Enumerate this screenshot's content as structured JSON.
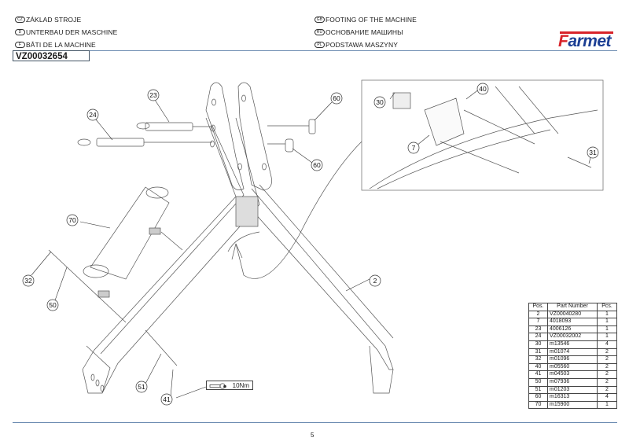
{
  "header": {
    "titles_left": [
      {
        "lang_code": "CZ",
        "text": "ZÁKLAD STROJE"
      },
      {
        "lang_code": "D",
        "text": "UNTERBAU DER MASCHINE"
      },
      {
        "lang_code": "F",
        "text": "BÂTI DE LA MACHINE"
      }
    ],
    "titles_right": [
      {
        "lang_code": "GB",
        "text": "FOOTING OF THE MACHINE"
      },
      {
        "lang_code": "RU",
        "text": "ОСНОВАНИЕ МАШИНЫ"
      },
      {
        "lang_code": "PL",
        "text": "PODSTAWA MASZYNY"
      }
    ],
    "document_number": "VZ00032654",
    "logo_text": "Farmet",
    "colors": {
      "logo_red": "#d8232a",
      "logo_blue": "#1c3f94",
      "rule": "#6a8ab0"
    }
  },
  "drawing": {
    "callouts": [
      "23",
      "24",
      "60",
      "60",
      "70",
      "32",
      "50",
      "51",
      "41",
      "2",
      "30",
      "40",
      "7",
      "31"
    ],
    "torque_label": "10Nm",
    "torque_icon": "wrench-icon"
  },
  "parts_table": {
    "headers": [
      "Pos.",
      "Part Number",
      "Pcs."
    ],
    "rows": [
      {
        "pos": "2",
        "part": "VZ00040280",
        "pcs": "1"
      },
      {
        "pos": "7",
        "part": "4018093",
        "pcs": "1"
      },
      {
        "pos": "23",
        "part": "4006126",
        "pcs": "1"
      },
      {
        "pos": "24",
        "part": "VZ00032002",
        "pcs": "1"
      },
      {
        "pos": "30",
        "part": "m13546",
        "pcs": "4"
      },
      {
        "pos": "31",
        "part": "m01074",
        "pcs": "2"
      },
      {
        "pos": "32",
        "part": "m01096",
        "pcs": "2"
      },
      {
        "pos": "40",
        "part": "m05560",
        "pcs": "2"
      },
      {
        "pos": "41",
        "part": "m04503",
        "pcs": "2"
      },
      {
        "pos": "50",
        "part": "m07936",
        "pcs": "2"
      },
      {
        "pos": "51",
        "part": "m01203",
        "pcs": "2"
      },
      {
        "pos": "60",
        "part": "m16313",
        "pcs": "4"
      },
      {
        "pos": "70",
        "part": "m15900",
        "pcs": "1"
      }
    ]
  },
  "footer": {
    "page_number": "5"
  }
}
